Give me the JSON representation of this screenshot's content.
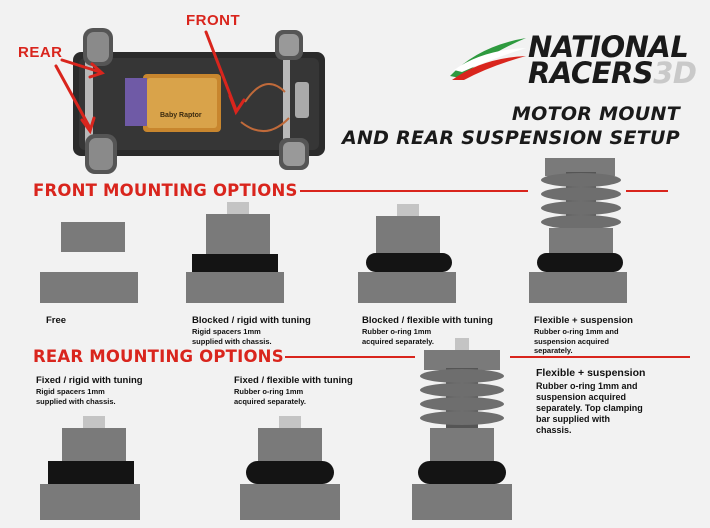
{
  "callouts": {
    "front": "FRONT",
    "rear": "REAR"
  },
  "brand": {
    "line1": "NATIONAL",
    "line2": "RACERS",
    "line2_suffix": "3D",
    "colors": {
      "green": "#2e9a3f",
      "red": "#d9251d",
      "dark": "#1a1a1a"
    }
  },
  "title": {
    "line1": "MOTOR MOUNT",
    "line2": "AND REAR SUSPENSION SETUP"
  },
  "motor_label": {
    "text": "Baby Raptor"
  },
  "front_section": {
    "heading": "FRONT MOUNTING OPTIONS",
    "options": [
      {
        "title": "Free",
        "desc": ""
      },
      {
        "title": "Blocked / rigid with tuning",
        "desc": "Rigid spacers 1mm supplied with chassis."
      },
      {
        "title": "Blocked / flexible with tuning",
        "desc": "Rubber o-ring 1mm acquired separately."
      },
      {
        "title": "Flexible + suspension",
        "desc": "Rubber o-ring 1mm and suspension acquired separately."
      }
    ]
  },
  "rear_section": {
    "heading": "REAR MOUNTING OPTIONS",
    "options": [
      {
        "title": "Fixed / rigid with tuning",
        "desc": "Rigid spacers 1mm supplied with chassis."
      },
      {
        "title": "Fixed / flexible with tuning",
        "desc": "Rubber o-ring 1mm acquired separately."
      },
      {
        "title": "Flexible + suspension",
        "desc": "Rubber o-ring 1mm and suspension acquired separately. Top clamping bar supplied with chassis."
      }
    ]
  },
  "colors": {
    "accent": "#d9251d",
    "mount_gray": "#7a7a7a",
    "spacer": "#141414"
  }
}
